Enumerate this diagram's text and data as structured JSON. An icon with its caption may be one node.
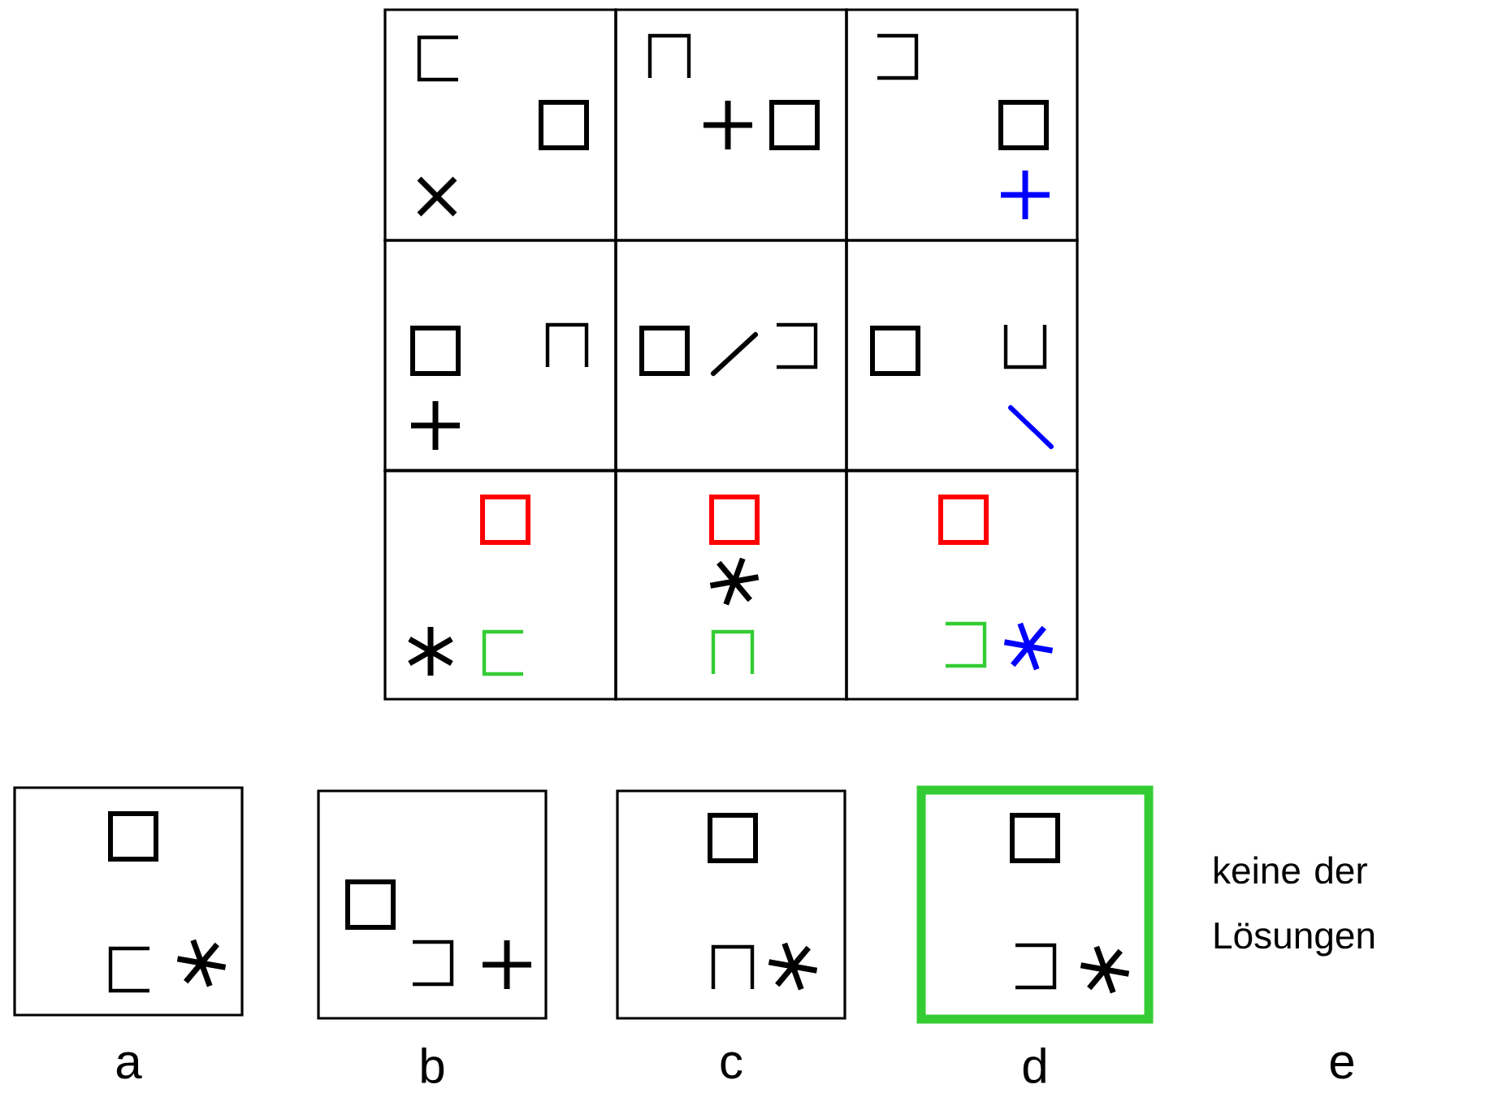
{
  "diagram": {
    "nodes": [
      {
        "text": [],
        "shape": "box"
      },
      {
        "text": [],
        "shape": "box"
      },
      {
        "text": [],
        "shape": "box"
      },
      {
        "text": [],
        "shape": "box"
      },
      {
        "text": [],
        "shape": "box"
      },
      {
        "text": [],
        "shape": "box"
      },
      {
        "text": [],
        "shape": "box"
      },
      {
        "text": [],
        "shape": "box"
      },
      {
        "text": [],
        "shape": "box"
      },
      {
        "text": [],
        "shape": "box",
        "beside": [
          "a"
        ]
      },
      {
        "text": [],
        "shape": "box",
        "beside": [
          "b"
        ]
      },
      {
        "text": [],
        "shape": "box",
        "beside": [
          "c"
        ]
      },
      {
        "text": [],
        "shape": "box",
        "beside": [
          "d"
        ]
      },
      {
        "text": [
          "keine der Lösungen"
        ],
        "beside": [
          "e"
        ]
      }
    ]
  }
}
